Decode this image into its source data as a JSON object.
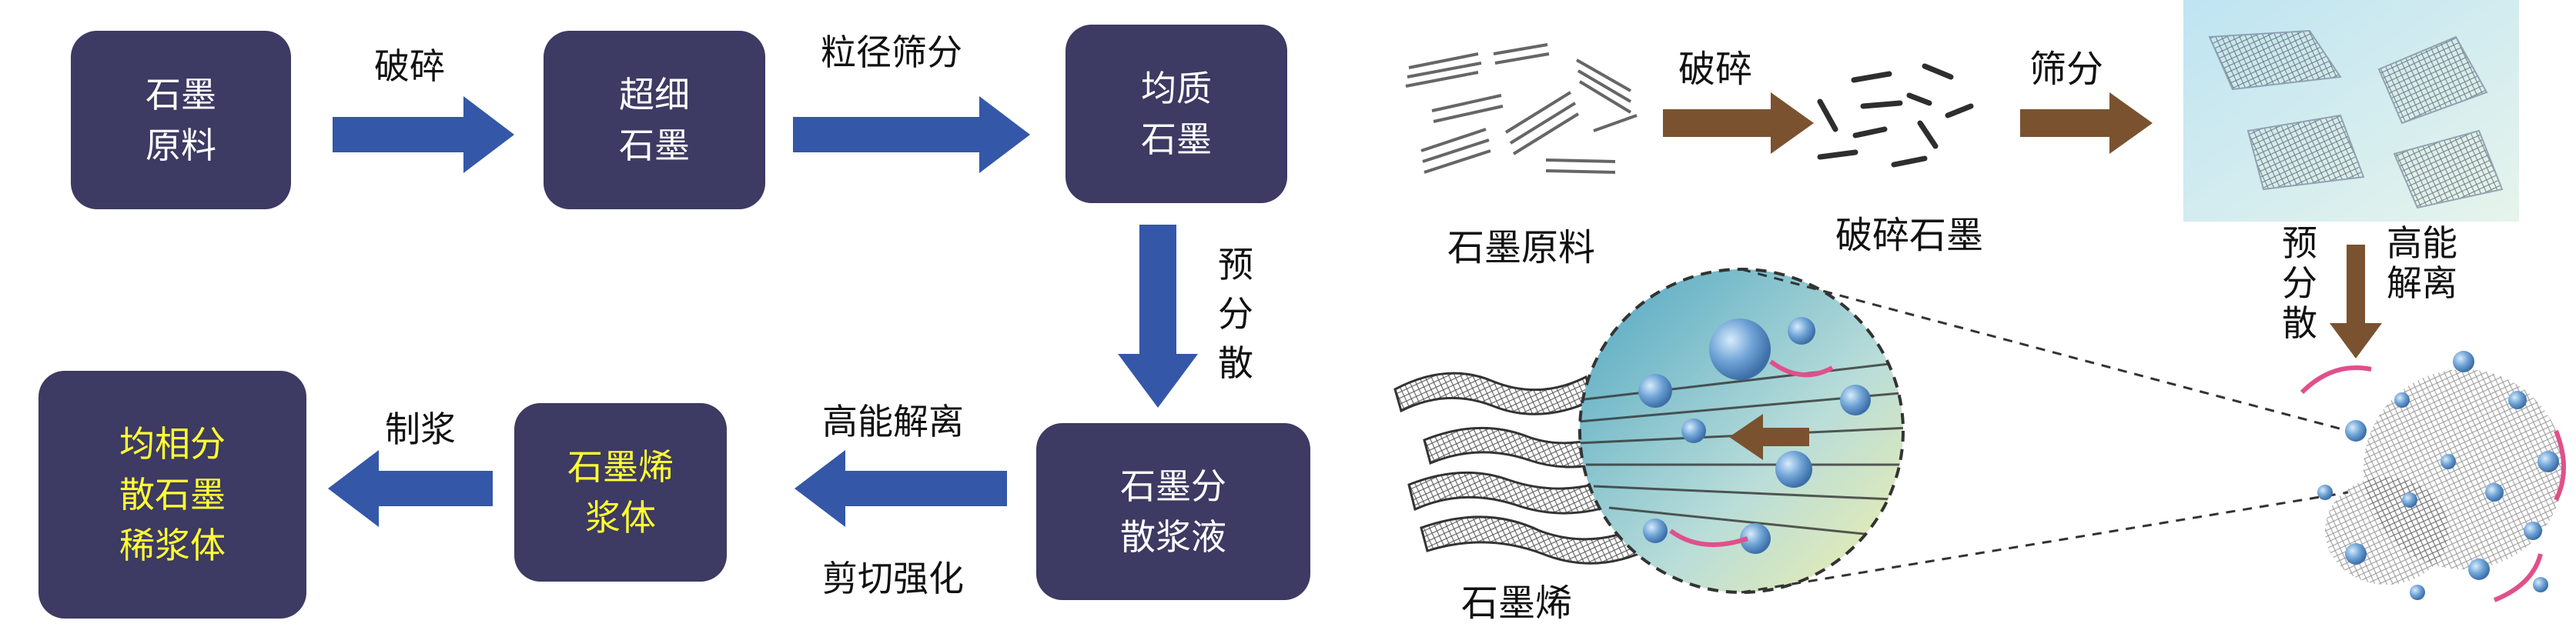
{
  "left_flow": {
    "nodes": {
      "raw_graphite": "石墨\n原料",
      "ultrafine_graphite": "超细\n石墨",
      "uniform_graphite": "均质\n石墨",
      "dispersion": "石墨分\n散浆液",
      "graphene_slurry": "石墨烯\n浆体",
      "final_slurry": "均相分\n散石墨\n稀浆体"
    },
    "edges": {
      "crush": "破碎",
      "sieve": "粒径筛分",
      "predisperse": "预\n分\n散",
      "exfoliate": "高能解离",
      "shear": "剪切强化",
      "pulping": "制浆"
    }
  },
  "right_flow": {
    "captions": {
      "raw": "石墨原料",
      "crushed": "破碎石墨",
      "graphene": "石墨烯"
    },
    "edges": {
      "crush": "破碎",
      "sieve": "筛分",
      "predisperse": "预\n分\n散",
      "exfoliate": "高能\n解离"
    }
  },
  "colors": {
    "box_fill": "#3d3a63",
    "box_text": "#ffffff",
    "box_highlight_text": "#ffff33",
    "blue_arrow": "#3457a8",
    "brown_arrow": "#7a5230",
    "pink_arrow": "#e0508a"
  }
}
